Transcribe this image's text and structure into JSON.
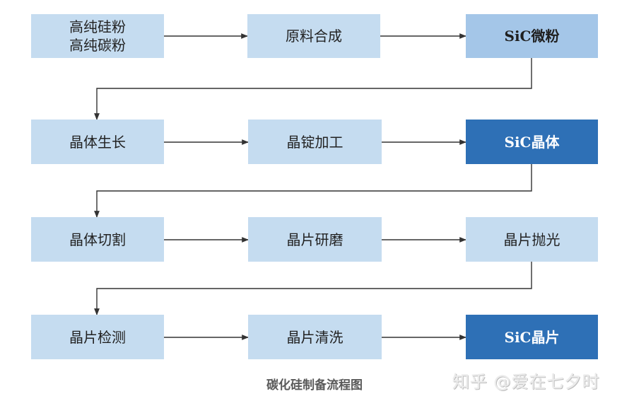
{
  "diagram": {
    "nodes": {
      "n1": [
        "高纯硅粉",
        "高纯碳粉"
      ],
      "n2": [
        "原料合成"
      ],
      "n3": [
        "SiC微粉"
      ],
      "n4": [
        "晶体生长"
      ],
      "n5": [
        "晶锭加工"
      ],
      "n6": [
        "SiC晶体"
      ],
      "n7": [
        "晶体切割"
      ],
      "n8": [
        "晶片研磨"
      ],
      "n9": [
        "晶片抛光"
      ],
      "n10": [
        "晶片检测"
      ],
      "n11": [
        "晶片清洗"
      ],
      "n12": [
        "SiC晶片"
      ]
    },
    "caption": "碳化硅制备流程图"
  },
  "watermark": "知乎 @爱在七夕时",
  "colors": {
    "light_box": "#c5dcf0",
    "mid_box": "#a4c6e8",
    "dark_box": "#2e70b6",
    "line": "#333333"
  }
}
